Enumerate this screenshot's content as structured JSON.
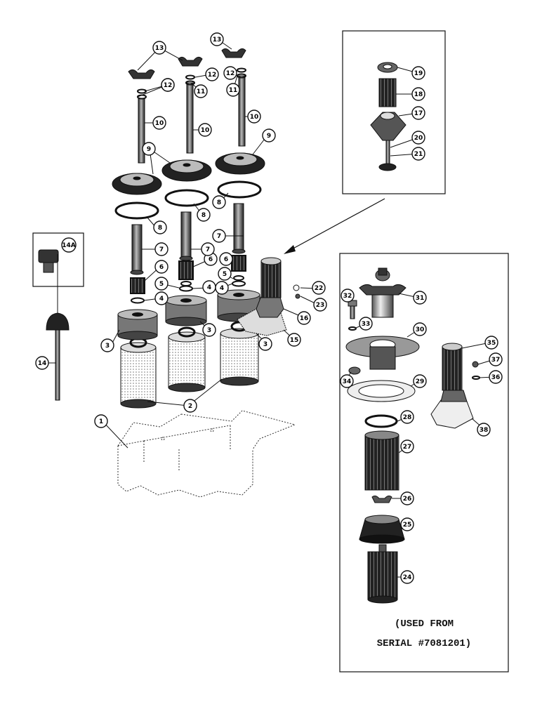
{
  "diagram": {
    "callouts": [
      "1",
      "2",
      "3",
      "4",
      "5",
      "6",
      "7",
      "8",
      "9",
      "10",
      "11",
      "12",
      "13",
      "14",
      "14A",
      "15",
      "16",
      "17",
      "18",
      "19",
      "20",
      "21",
      "22",
      "23",
      "24",
      "25",
      "26",
      "27",
      "28",
      "29",
      "30",
      "31",
      "32",
      "33",
      "34",
      "35",
      "36",
      "37",
      "38"
    ],
    "note_line1": "(USED FROM",
    "note_line2": "SERIAL #7081201)",
    "colors": {
      "ink": "#111111",
      "paper": "#ffffff",
      "shade": "#8a8a8a",
      "mesh": "#c9c9c9"
    }
  }
}
